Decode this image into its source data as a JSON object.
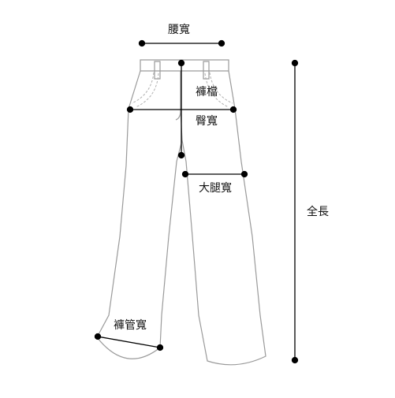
{
  "labels": {
    "waist": "腰寬",
    "rise": "褲檔",
    "hip": "臀寬",
    "thigh": "大腿寬",
    "hem": "褲管寬",
    "length": "全長"
  },
  "colors": {
    "outline": "#999999",
    "measure": "#000000",
    "text": "#111111"
  }
}
